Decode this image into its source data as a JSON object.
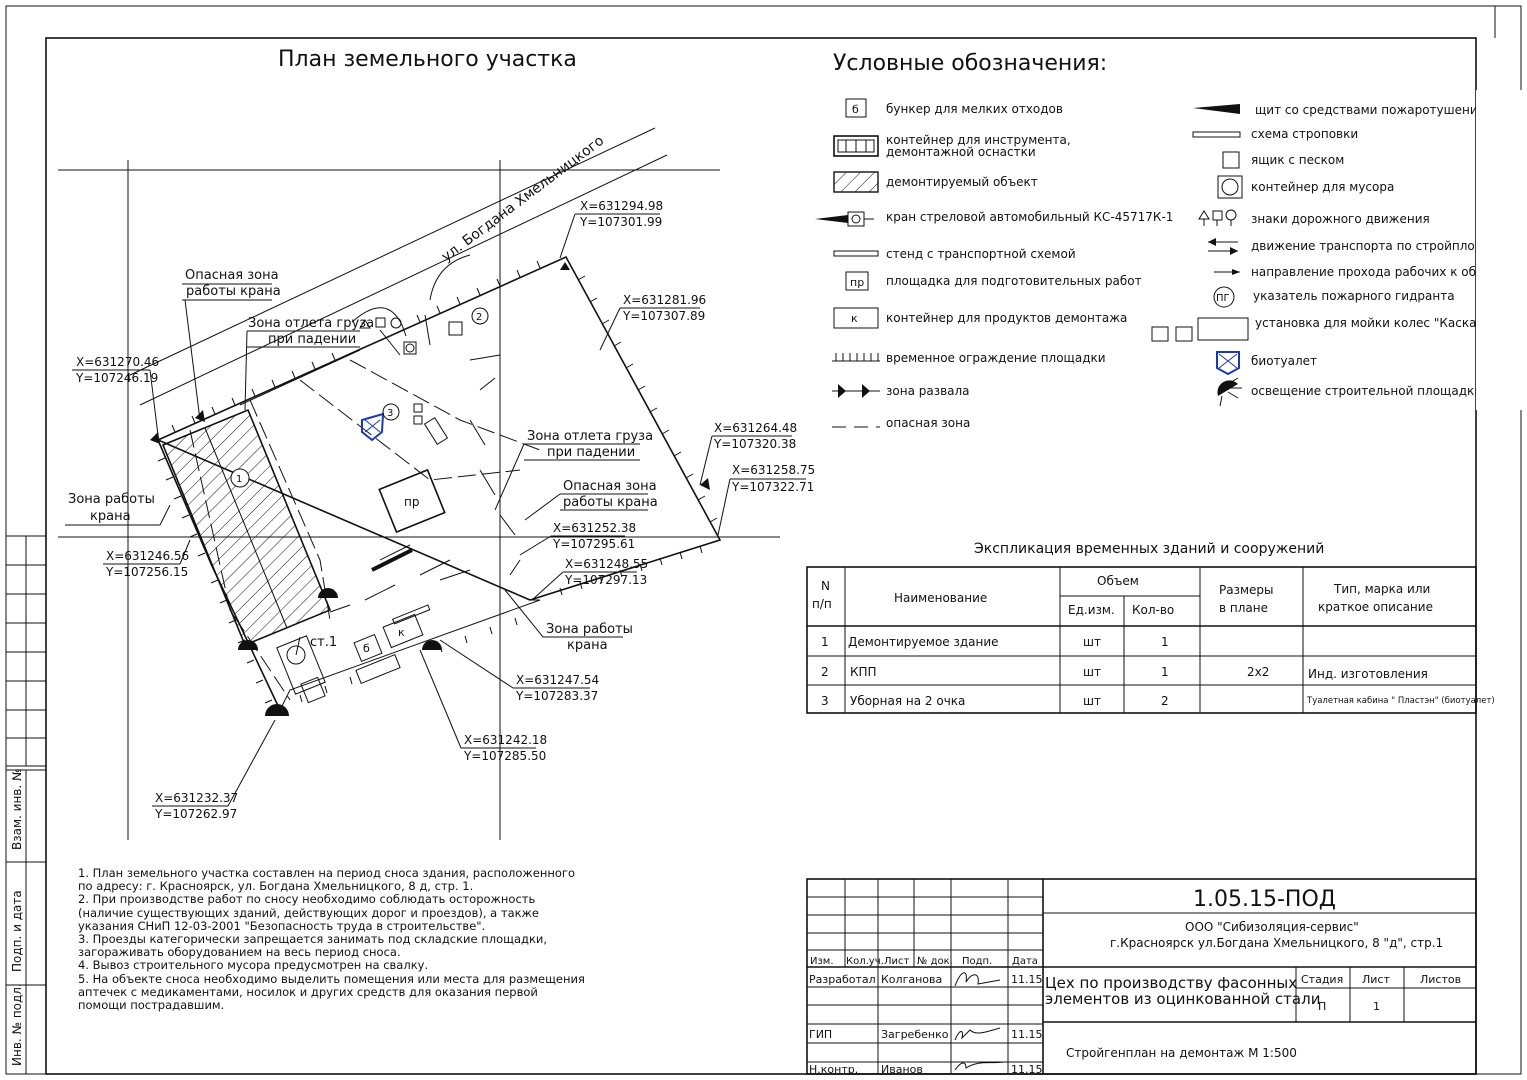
{
  "titles": {
    "plan": "План земельного участка",
    "legend": "Условные обозначения:",
    "explication": "Экспликация временных зданий и сооружений"
  },
  "map": {
    "street": "ул. Богдана Хмельницкого",
    "zone_labels": {
      "danger_top_1": "Опасная зона",
      "danger_top_2": "работы крана",
      "drop_top_1": "Зона отлета груза",
      "drop_top_2": "при падении",
      "work_left_1": "Зона работы",
      "work_left_2": "крана",
      "drop_right_1": "Зона отлета груза",
      "drop_right_2": "при падении",
      "danger_right_1": "Опасная зона",
      "danger_right_2": "работы крана",
      "work_bottom_1": "Зона работы",
      "work_bottom_2": "крана"
    },
    "coords": [
      {
        "x": "X=631294.98",
        "y": "Y=107301.99"
      },
      {
        "x": "X=631281.96",
        "y": "Y=107307.89"
      },
      {
        "x": "X=631270.46",
        "y": "Y=107246.19"
      },
      {
        "x": "X=631264.48",
        "y": "Y=107320.38"
      },
      {
        "x": "X=631258.75",
        "y": "Y=107322.71"
      },
      {
        "x": "X=631252.38",
        "y": "Y=107295.61"
      },
      {
        "x": "X=631246.56",
        "y": "Y=107256.15"
      },
      {
        "x": "X=631248.55",
        "y": "Y=107297.13"
      },
      {
        "x": "X=631247.54",
        "y": "Y=107283.37"
      },
      {
        "x": "X=631242.18",
        "y": "Y=107285.50"
      },
      {
        "x": "X=631232.37",
        "y": "Y=107262.97"
      }
    ],
    "markers": {
      "n1": "1",
      "n2": "2",
      "n3": "3",
      "pr": "пр",
      "b": "б",
      "k": "к",
      "crane": "ст.1"
    }
  },
  "legend": {
    "left": [
      {
        "icon": "bin-icon",
        "text": "бункер для мелких отходов"
      },
      {
        "icon": "container-icon",
        "text": "контейнер для инструмента,",
        "text2": "демонтажной оснастки"
      },
      {
        "icon": "hatch-icon",
        "text": "демонтируемый объект"
      },
      {
        "icon": "crane-icon",
        "text": "кран стреловой автомобильный КС-45717К-1"
      },
      {
        "icon": "stand-icon",
        "text": "стенд с транспортной схемой"
      },
      {
        "icon": "prep-area-icon",
        "text": "площадка для подготовительных работ"
      },
      {
        "icon": "demolition-container-icon",
        "text": "контейнер для продуктов демонтажа"
      },
      {
        "icon": "fence-icon",
        "text": "временное ограждение площадки"
      },
      {
        "icon": "collapse-zone-icon",
        "text": "зона развала"
      },
      {
        "icon": "danger-zone-icon",
        "text": "опасная зона"
      }
    ],
    "right": [
      {
        "icon": "fire-shield-icon",
        "text": "щит со средствами пожаротушения"
      },
      {
        "icon": "sling-scheme-icon",
        "text": "схема строповки"
      },
      {
        "icon": "sand-box-icon",
        "text": "ящик с песком"
      },
      {
        "icon": "garbage-container-icon",
        "text": "контейнер для мусора"
      },
      {
        "icon": "road-signs-icon",
        "text": "знаки дорожного движения"
      },
      {
        "icon": "traffic-arrow-icon",
        "text": "движение транспорта по стройплощадке"
      },
      {
        "icon": "walk-arrow-icon",
        "text": "направление прохода рабочих к объекту"
      },
      {
        "icon": "hydrant-icon",
        "text": "указатель пожарного гидранта",
        "badge": "ПГ"
      },
      {
        "icon": "wheel-wash-icon",
        "text": "установка для мойки колес \"Каскад-М\""
      },
      {
        "icon": "toilet-icon",
        "text": "биотуалет"
      },
      {
        "icon": "lighting-icon",
        "text": "освещение строительной площадки"
      }
    ],
    "bin_letter": "б",
    "pr_letter": "пр",
    "k_letter": "к"
  },
  "table": {
    "headers": {
      "n": "N",
      "n2": "п/п",
      "name": "Наименование",
      "volume": "Объем",
      "unit": "Ед.изм.",
      "qty": "Кол-во",
      "size": "Размеры",
      "size2": "в плане",
      "type": "Тип, марка или",
      "type2": "краткое описание"
    },
    "rows": [
      {
        "n": "1",
        "name": "Демонтируемое здание",
        "unit": "шт",
        "qty": "1",
        "size": "",
        "type": ""
      },
      {
        "n": "2",
        "name": "КПП",
        "unit": "шт",
        "qty": "1",
        "size": "2x2",
        "type": "Инд. изготовления"
      },
      {
        "n": "3",
        "name": "Уборная на 2 очка",
        "unit": "шт",
        "qty": "2",
        "size": "",
        "type": "Туалетная кабина \" Пластэн\" (биотуалет)"
      }
    ]
  },
  "notes": [
    "1. План земельного участка составлен на период сноса здания, расположенного",
    "по адресу: г. Красноярск, ул. Богдана Хмельницкого, 8 д, стр. 1.",
    "2. При производстве работ по сносу необходимо соблюдать осторожность",
    "(наличие существующих зданий, действующих дорог и проездов), а также",
    "указания СНиП 12-03-2001 \"Безопасность труда в строительстве\".",
    "3. Проезды категорически запрещается занимать под складские площадки,",
    "загораживать оборудованием на весь период сноса.",
    "4. Вывоз строительного мусора предусмотрен на свалку.",
    "5. На объекте сноса необходимо выделить помещения или места для размещения",
    "аптечек с медикаментами, носилок и других средств для оказания первой",
    "помощи пострадавшим."
  ],
  "stamp": {
    "code": "1.05.15-ПОД",
    "org": "ООО \"Сибизоляция-сервис\"",
    "address": "г.Красноярск ул.Богдана Хмельницкого, 8 \"д\", стр.1",
    "object_1": "Цех по производству фасонных",
    "object_2": "элементов из оцинкованной стали",
    "sheet_title": "Стройгенплан на демонтаж М 1:500",
    "cols": {
      "izm": "Изм.",
      "kol": "Кол.уч.",
      "list": "Лист",
      "doc": "№ док.",
      "sign": "Подп.",
      "date": "Дата"
    },
    "stage_label": "Стадия",
    "sheet_label": "Лист",
    "sheets_label": "Листов",
    "stage": "П",
    "sheet": "1",
    "people": [
      {
        "role": "Разработал",
        "name": "Колганова",
        "date": "11.15"
      },
      {
        "role": "ГИП",
        "name": "Загребенко",
        "date": "11.15"
      },
      {
        "role": "Н.контр.",
        "name": "Иванов",
        "date": "11.15"
      }
    ]
  },
  "side": {
    "a": "Взам. инв. №",
    "b": "Подп. и дата",
    "c": "Инв. № подл."
  }
}
